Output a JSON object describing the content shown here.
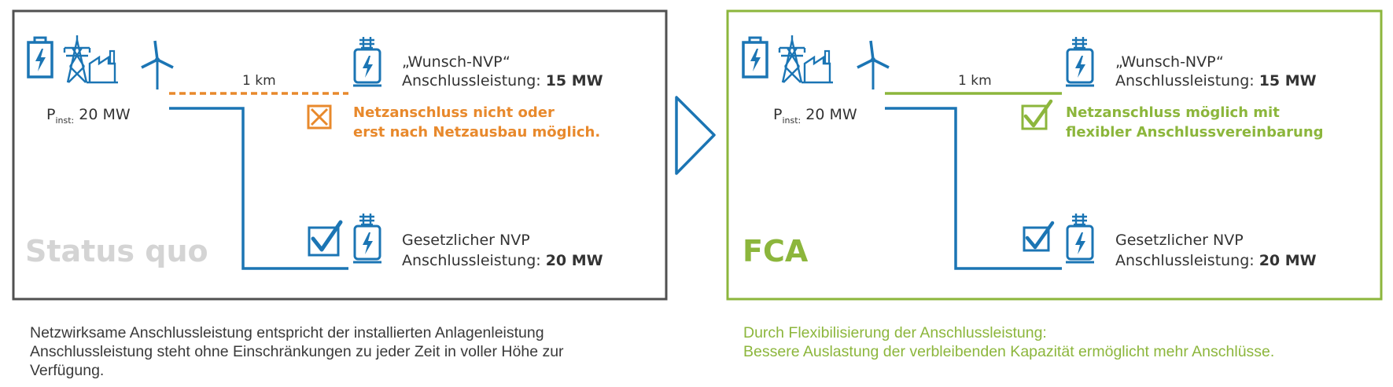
{
  "colors": {
    "blue": "#1b75b4",
    "orange": "#e8892c",
    "green": "#8cb63c",
    "frame_grey": "#505050",
    "label_grey": "#d4d4d4",
    "text": "#333333"
  },
  "panels": [
    {
      "id": "status-quo",
      "label": "Status quo",
      "power": {
        "prefix": "P",
        "sub": "inst:",
        "value": "20 MW"
      },
      "distance": "1 km",
      "wish": {
        "title": "„Wunsch-NVP“",
        "power_label": "Anschlussleistung:",
        "power_value": "15 MW"
      },
      "status": {
        "line1": "Netzanschluss nicht oder",
        "line2": "erst nach Netzausbau möglich."
      },
      "legal": {
        "title": "Gesetzlicher NVP",
        "power_label": "Anschlussleistung:",
        "power_value": "20 MW"
      }
    },
    {
      "id": "fca",
      "label": "FCA",
      "power": {
        "prefix": "P",
        "sub": "inst:",
        "value": "20 MW"
      },
      "distance": "1 km",
      "wish": {
        "title": "„Wunsch-NVP“",
        "power_label": "Anschlussleistung:",
        "power_value": "15 MW"
      },
      "status": {
        "line1": "Netzanschluss möglich mit",
        "line2": "flexibler Anschlussvereinbarung"
      },
      "legal": {
        "title": "Gesetzlicher NVP",
        "power_label": "Anschlussleistung:",
        "power_value": "20 MW"
      }
    }
  ],
  "captions": {
    "left": [
      "Netzwirksame Anschlussleistung entspricht der installierten Anlagenleistung",
      "Anschlussleistung steht ohne Einschränkungen zu jeder Zeit in voller Höhe zur",
      "Verfügung."
    ],
    "right": [
      "Durch Flexibilisierung der Anschlussleistung:",
      "Bessere Auslastung der verbleibenden Kapazität ermöglicht mehr Anschlüsse."
    ]
  }
}
